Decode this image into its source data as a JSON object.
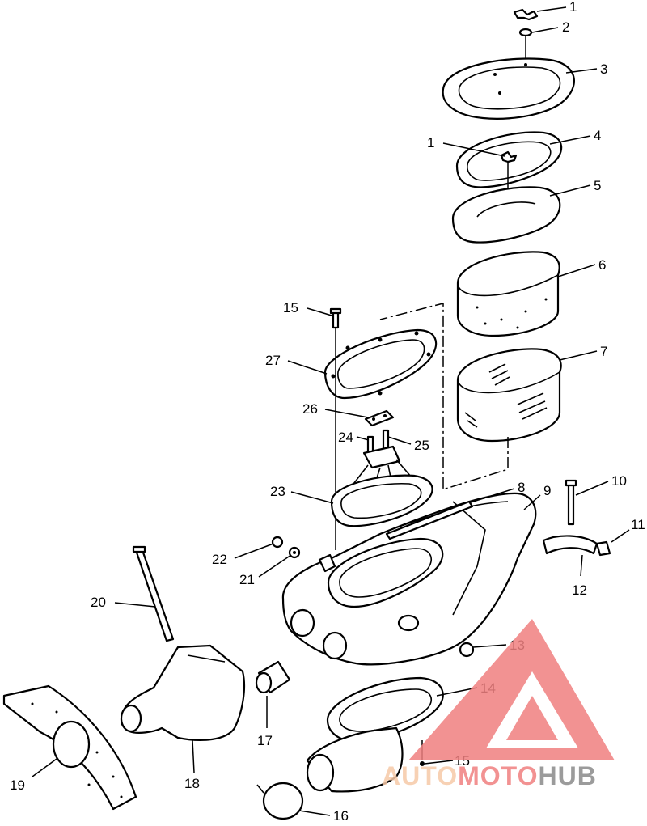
{
  "parts": [
    {
      "number": "1"
    },
    {
      "number": "2"
    },
    {
      "number": "3"
    },
    {
      "number": "1"
    },
    {
      "number": "4"
    },
    {
      "number": "5"
    },
    {
      "number": "6"
    },
    {
      "number": "7"
    },
    {
      "number": "15"
    },
    {
      "number": "27"
    },
    {
      "number": "26"
    },
    {
      "number": "24"
    },
    {
      "number": "25"
    },
    {
      "number": "23"
    },
    {
      "number": "8"
    },
    {
      "number": "9"
    },
    {
      "number": "10"
    },
    {
      "number": "11"
    },
    {
      "number": "12"
    },
    {
      "number": "22"
    },
    {
      "number": "21"
    },
    {
      "number": "20"
    },
    {
      "number": "13"
    },
    {
      "number": "14"
    },
    {
      "number": "17"
    },
    {
      "number": "18"
    },
    {
      "number": "19"
    },
    {
      "number": "15"
    },
    {
      "number": "16"
    }
  ],
  "watermark": {
    "part1": "AUTO",
    "part2": "MOTO",
    "part3": "HUB",
    "colors": {
      "light": "#f6c9a8",
      "red": "#f08080",
      "dark": "#8a8a8a"
    }
  }
}
